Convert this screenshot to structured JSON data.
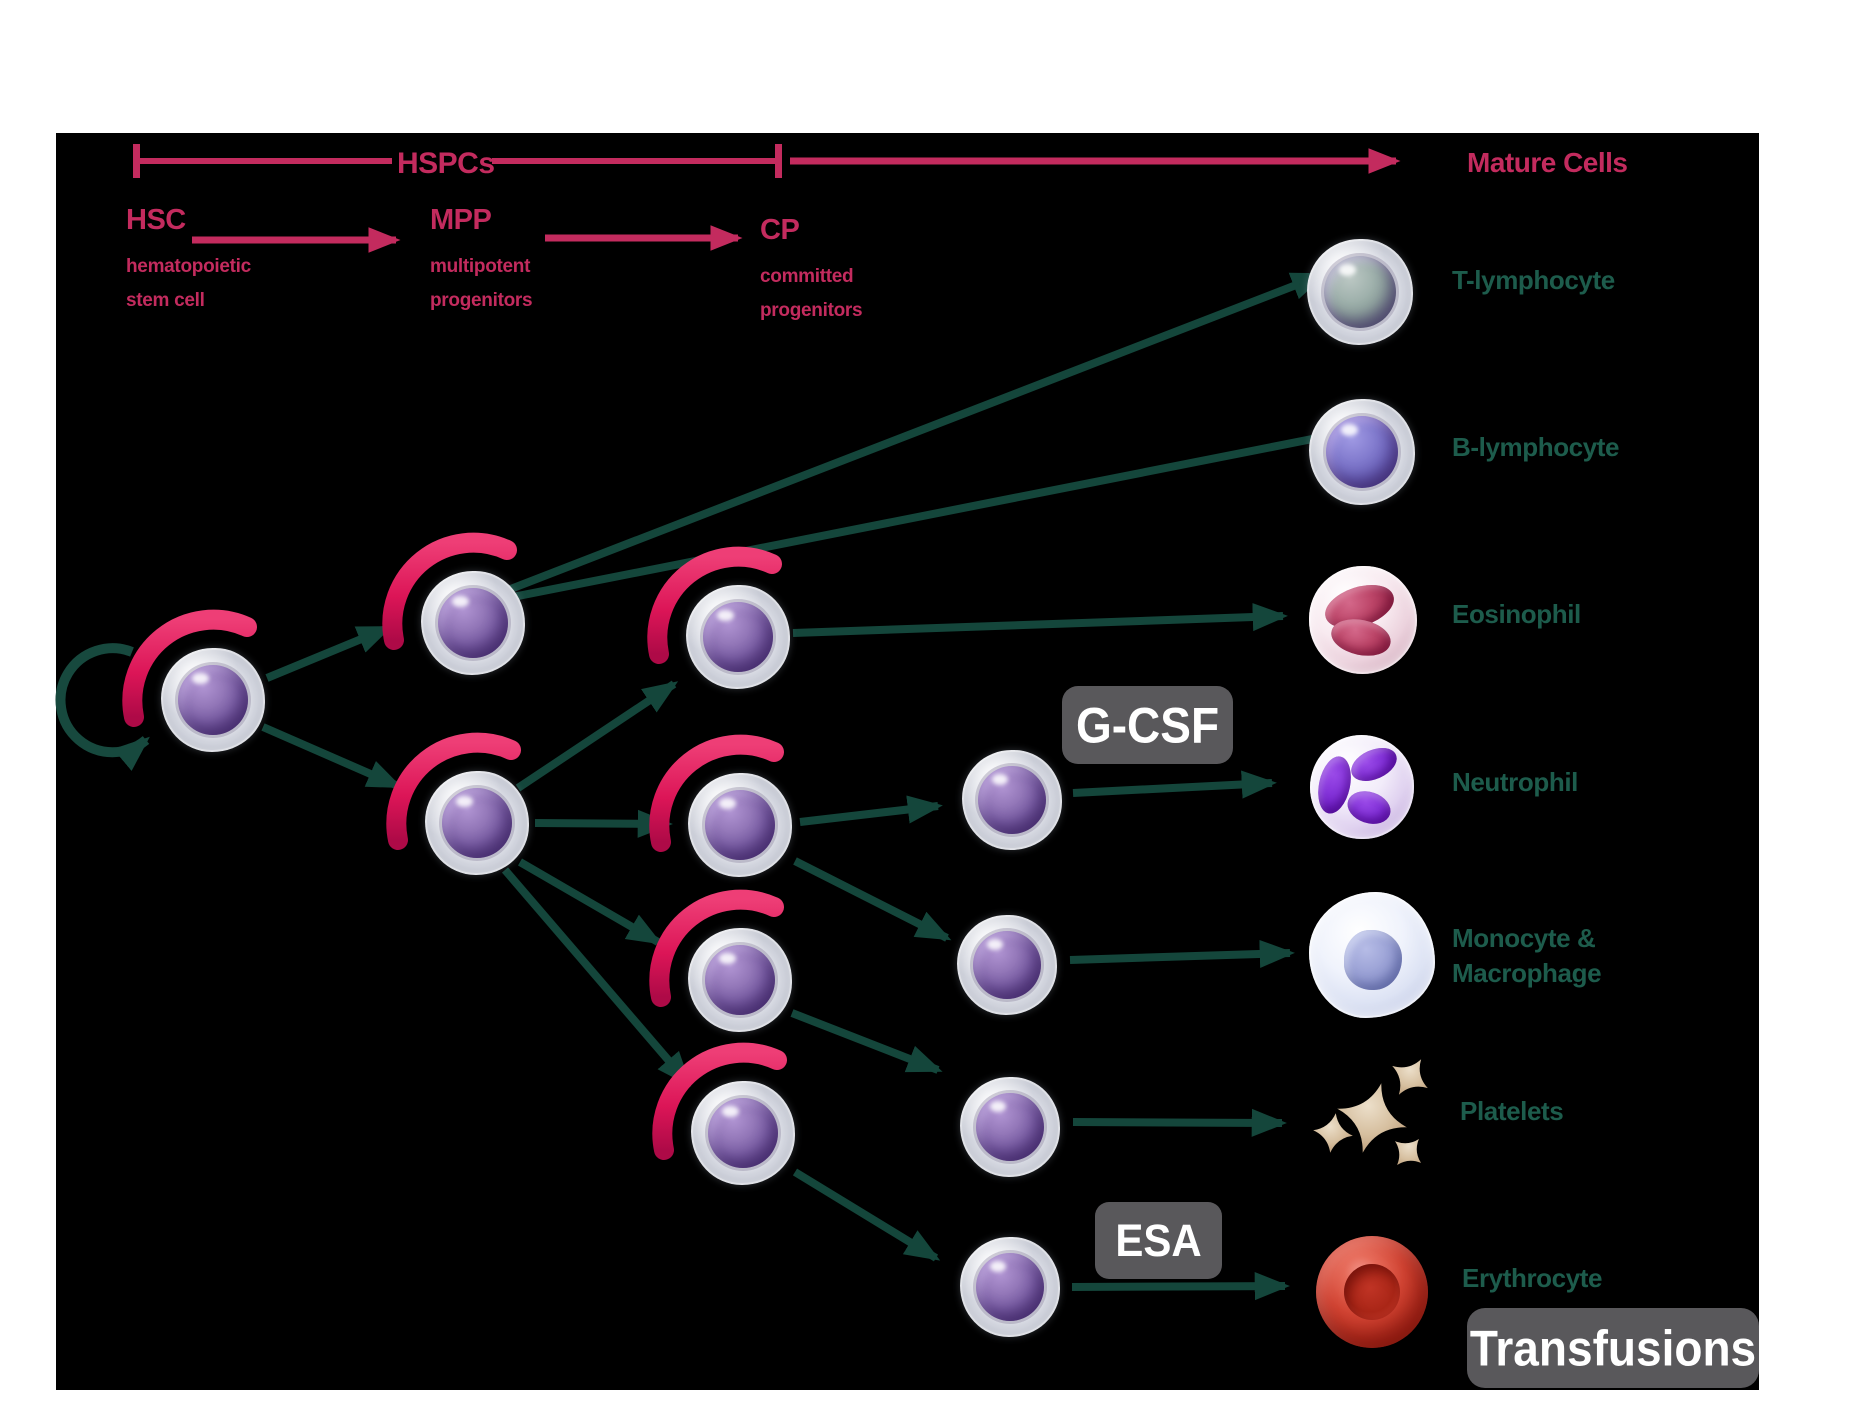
{
  "header": {
    "hspcs": "HSPCs",
    "mature_cells": "Mature Cells",
    "stages": [
      {
        "abbr": "HSC",
        "sub1": "hematopoietic",
        "sub2": "stem cell"
      },
      {
        "abbr": "MPP",
        "sub1": "multipotent",
        "sub2": "progenitors"
      },
      {
        "abbr": "CP",
        "sub1": "committed",
        "sub2": "progenitors"
      }
    ]
  },
  "mature_cells": [
    {
      "label": "T-lymphocyte"
    },
    {
      "label": "B-lymphocyte"
    },
    {
      "label": "Eosinophil"
    },
    {
      "label": "Neutrophil"
    },
    {
      "label": "Monocyte &",
      "label2": "Macrophage"
    },
    {
      "label": "Platelets"
    },
    {
      "label": "Erythrocyte"
    }
  ],
  "treatments": {
    "gcsf": "G-CSF",
    "esa": "ESA",
    "transfusions": "Transfusions"
  },
  "colors": {
    "background": "#000000",
    "timeline_pink": "#C32B5E",
    "proliferation_arc_pink": "#DC1557",
    "arrow_teal": "#14463B",
    "label_teal": "#1D5C4C",
    "treatment_box_gray": "#59585B",
    "treatment_text": "#FFFFFF"
  }
}
